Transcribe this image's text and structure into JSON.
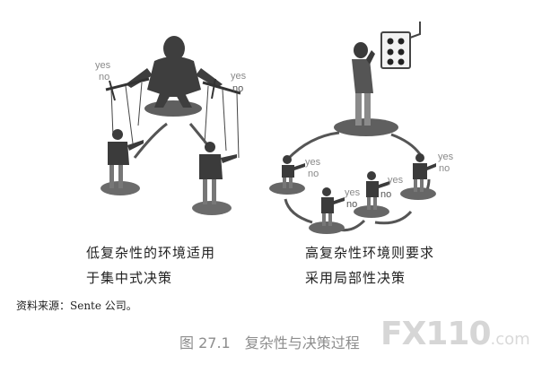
{
  "left_panel": {
    "labels": {
      "yes": "yes",
      "no": "no"
    },
    "caption_line1": "低复杂性的环境适用",
    "caption_line2": "于集中式决策"
  },
  "right_panel": {
    "labels": {
      "yes": "yes",
      "no": "no"
    },
    "caption_line1": "高复杂性环境则要求",
    "caption_line2": "采用局部性决策"
  },
  "source_note": "资料来源：Sente 公司。",
  "figure": {
    "number": "图 27.1",
    "title": "复杂性与决策过程"
  },
  "watermark": {
    "brand": "FX110",
    "domain": ".com"
  }
}
